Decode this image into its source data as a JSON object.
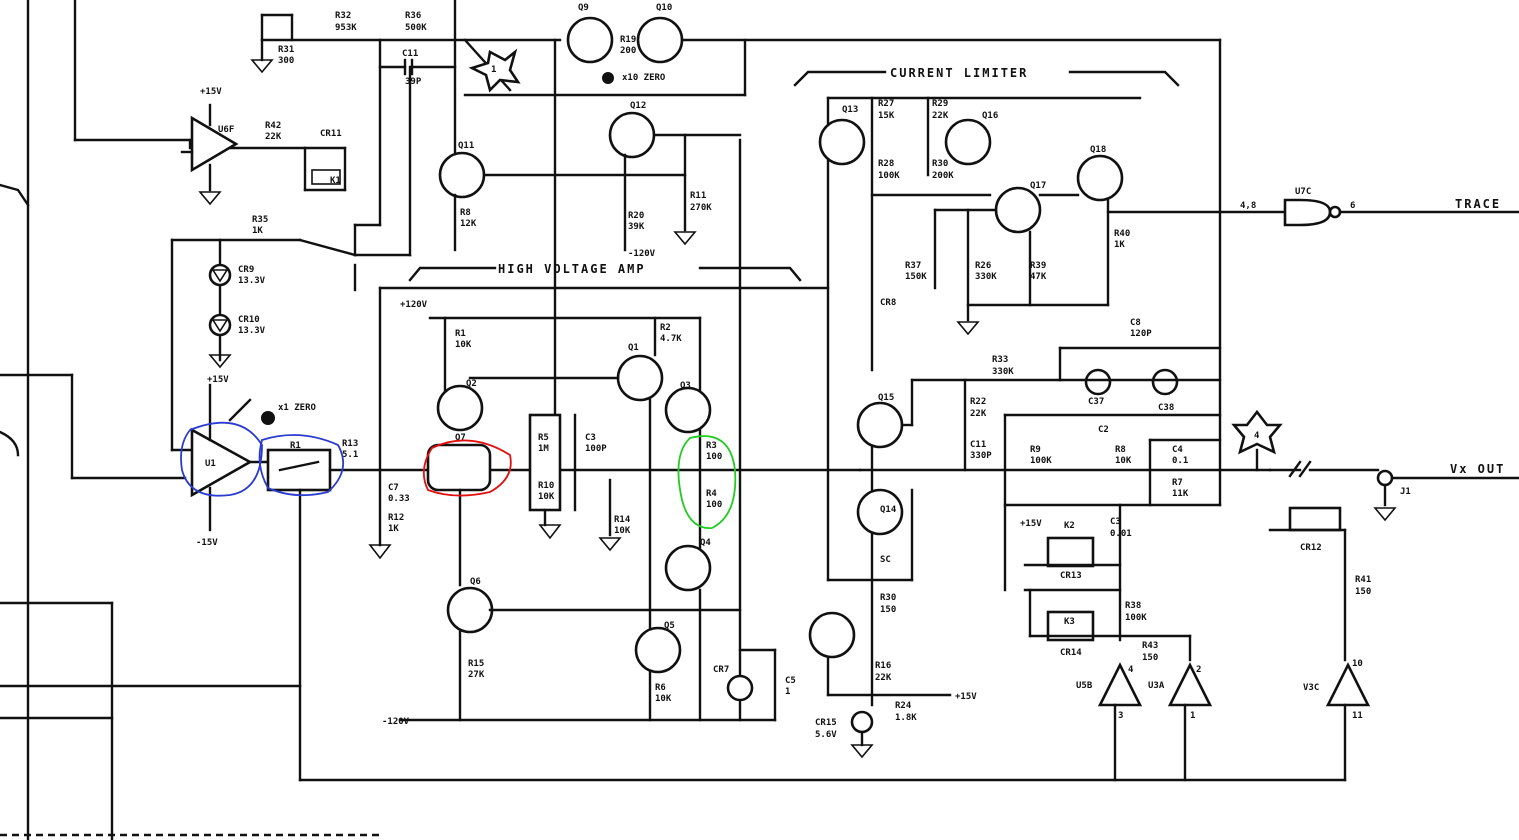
{
  "titles": {
    "high_voltage_amp": "HIGH VOLTAGE AMP",
    "current_limiter": "CURRENT LIMITER"
  },
  "signals": {
    "output": "Vx OUT",
    "top_right": "TRACE"
  },
  "labels": {
    "R32": "R32",
    "R32v": "953K",
    "R36": "R36",
    "R36v": "500K",
    "R31": "R31",
    "R31v": "300",
    "C11": "C11",
    "C11v": "39P",
    "Q9": "Q9",
    "Q10": "Q10",
    "R19": "R19",
    "R19v": "200",
    "x10zero": "x10 ZERO",
    "Q12": "Q12",
    "Q11": "Q11",
    "R8": "R8",
    "R8v": "12K",
    "R20": "R20",
    "R20v": "39K",
    "R11": "R11",
    "R11v": "270K",
    "m120": "-120V",
    "U6F": "U6F",
    "R42": "R42",
    "R42v": "22K",
    "CR11": "CR11",
    "K1": "K1",
    "R35": "R35",
    "R35v": "1K",
    "CR9": "CR9",
    "CR9v": "13.3V",
    "CR10": "CR10",
    "CR10v": "13.3V",
    "p15a": "+15V",
    "p15b": "+15V",
    "m15": "-15V",
    "U1": "U1",
    "x1zero": "x1 ZERO",
    "R1zero": "R1",
    "R13": "R13",
    "R13v": "5.1",
    "C7": "C7",
    "C7v": "0.33",
    "R12": "R12",
    "R12v": "1K",
    "p120": "+120V",
    "R1": "R1",
    "R1v": "10K",
    "Q2": "Q2",
    "Q7": "Q7",
    "R5": "R5",
    "R5v": "1M",
    "C3": "C3",
    "C3v": "100P",
    "R10": "R10",
    "R10v": "10K",
    "R14": "R14",
    "R14v": "10K",
    "Q1": "Q1",
    "Q3": "Q3",
    "R2": "R2",
    "R2v": "4.7K",
    "R3": "R3",
    "R3v": "100",
    "R4": "R4",
    "R4v": "100",
    "Q4": "Q4",
    "Q5": "Q5",
    "Q6": "Q6",
    "R15": "R15",
    "R15v": "27K",
    "R6": "R6",
    "R6v": "10K",
    "C5": "C5",
    "C5v": "1",
    "CR7": "CR7",
    "m120b": "-120V",
    "Q13": "Q13",
    "Q14": "Q14",
    "Q15": "Q15",
    "Q16": "Q16",
    "Q17": "Q17",
    "Q18": "Q18",
    "R27": "R27",
    "R27v": "15K",
    "R28": "R28",
    "R28v": "100K",
    "R29": "R29",
    "R29v": "22K",
    "R30": "R30",
    "R30v": "200K",
    "R37": "R37",
    "R37v": "150K",
    "R26": "R26",
    "R26v": "330K",
    "R39": "R39",
    "R39v": "47K",
    "R40": "R40",
    "R40v": "1K",
    "CR8": "CR8",
    "R33": "R33",
    "R33v": "330K",
    "R22": "R22",
    "R22v": "22K",
    "C11b": "C11",
    "C11bv": "330P",
    "R9": "R9",
    "R9v": "100K",
    "R8b": "R8",
    "R8bv": "10K",
    "R7": "R7",
    "R7v": "11K",
    "C4": "C4",
    "C4v": "0.1",
    "C2": "C2",
    "C8": "C8",
    "C8v": "120P",
    "C37": "C37",
    "C38": "C38",
    "K2": "K2",
    "K3": "K3",
    "CR13": "CR13",
    "CR14": "CR14",
    "CR12": "CR12",
    "C3b": "C3",
    "C3bv": "0.01",
    "R38": "R38",
    "R38v": "100K",
    "R16": "R16",
    "R16v": "22K",
    "R24": "R24",
    "R24v": "1.8K",
    "CR15": "CR15",
    "CR15v": "5.6V",
    "p15c": "+15V",
    "p15d": "+15V",
    "R43": "R43",
    "R43v": "150",
    "R41": "R41",
    "R41v": "150",
    "R30b": "R30",
    "R30bv": "150",
    "U5B": "U5B",
    "U3A": "U3A",
    "V3C": "V3C",
    "U7C": "U7C",
    "J1": "J1",
    "n48": "4,8",
    "n6": "6",
    "n10": "10",
    "n11": "11",
    "n2": "2",
    "n1": "1",
    "n3": "3",
    "n4": "4",
    "sc": "SC"
  },
  "markers": {
    "star1": "1",
    "star4": "4"
  },
  "annotation_colors": {
    "red": "#e01010",
    "green": "#22cc22",
    "blue": "#2b3bd0"
  }
}
